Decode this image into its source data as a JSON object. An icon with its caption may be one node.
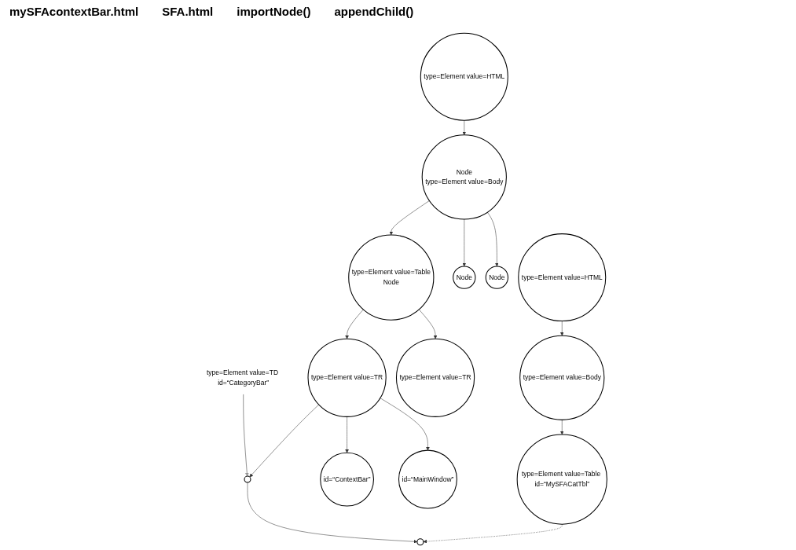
{
  "diagram": {
    "nodes": [
      {
        "text": [
          "type=Element value=HTML"
        ]
      },
      {
        "text": [
          "Node",
          "type=Element value=Body"
        ]
      },
      {
        "text": [
          "type=Element value=Table",
          "Node"
        ]
      },
      {
        "text": [
          "Node"
        ]
      },
      {
        "text": [
          "Node"
        ]
      },
      {
        "text": [
          "type=Element value=HTML"
        ]
      },
      {
        "text": [
          "type=Element value=TR"
        ]
      },
      {
        "text": [
          "type=Element value=TR"
        ]
      },
      {
        "text": [
          "type=Element value=Body"
        ]
      },
      {
        "text": [],
        "shape": "circle"
      },
      {
        "text": [
          "id=“ContextBar”"
        ]
      },
      {
        "text": [
          "id=“MainWindow”"
        ]
      },
      {
        "text": [
          "type=Element value=Table id=“MySFACatTbl”"
        ]
      },
      {
        "text": [],
        "shape": "circle"
      },
      {
        "text": [
          "type=Element value=TD id=“CategoryBar”"
        ]
      }
    ],
    "edges": [
      {
        "from": 0,
        "to": 1,
        "arrow": "to"
      },
      {
        "from": 1,
        "to": 2,
        "arrow": "to"
      },
      {
        "from": 1,
        "to": 3,
        "arrow": "to"
      },
      {
        "from": 1,
        "to": 4,
        "arrow": "to"
      },
      {
        "from": 2,
        "to": 6,
        "arrow": "to"
      },
      {
        "from": 2,
        "to": 7,
        "arrow": "to"
      },
      {
        "from": 5,
        "to": 8,
        "arrow": "to"
      },
      {
        "from": 8,
        "to": 12,
        "arrow": "to"
      },
      {
        "from": 6,
        "to": 9,
        "arrow": "to"
      },
      {
        "from": 6,
        "to": 10,
        "arrow": "to"
      },
      {
        "from": 6,
        "to": 11,
        "arrow": "to"
      },
      {
        "from": 9,
        "to": 13,
        "arrow": "to"
      },
      {
        "from": 12,
        "to": 13,
        "arrow": "to",
        "style": "dashed"
      },
      {
        "from": 14,
        "to": 9,
        "arrow": "to",
        "color": "#999999"
      }
    ],
    "labels": [
      "mySFAcontextBar.html",
      "SFA.html",
      "importNode()",
      "appendChild()"
    ]
  }
}
